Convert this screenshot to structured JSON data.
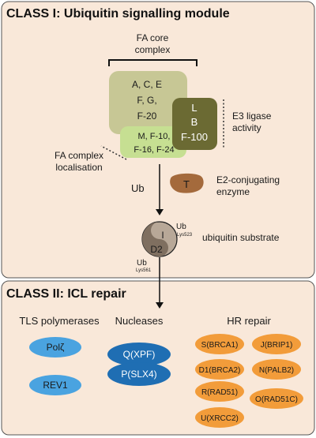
{
  "class1": {
    "title": "CLASS I: Ubiquitin signalling module",
    "fa_core_line1": "FA core",
    "fa_core_line2": "complex",
    "subgroup_a": [
      "A, C, E",
      "F, G,",
      "F-20"
    ],
    "subgroup_b": [
      "L",
      "B",
      "F-100"
    ],
    "subgroup_m": [
      "M, F-10,",
      "F-16, F-24"
    ],
    "e3_line1": "E3 ligase",
    "e3_line2": "activity",
    "loc_line1": "FA complex",
    "loc_line2": "localisation",
    "ub": "Ub",
    "t": "T",
    "e2_line1": "E2-conjugating",
    "e2_line2": "enzyme",
    "substrate_i": "I",
    "substrate_d2": "D2",
    "ub_top": "Ub",
    "lys_top": "Lys523",
    "ub_bottom": "Ub",
    "lys_bottom": "Lys561",
    "substrate_label": "ubiquitin substrate"
  },
  "class2": {
    "title": "CLASS II: ICL repair",
    "tls": {
      "heading": "TLS polymerases",
      "items": [
        "Polζ",
        "REV1"
      ]
    },
    "nucleases": {
      "heading": "Nucleases",
      "items": [
        "Q(XPF)",
        "P(SLX4)"
      ]
    },
    "hr": {
      "heading": "HR repair",
      "items": [
        "S(BRCA1)",
        "J(BRIP1)",
        "D1(BRCA2)",
        "N(PALB2)",
        "R(RAD51)",
        "O(RAD51C)",
        "U(XRCC2)"
      ]
    }
  },
  "colors": {
    "panel_bg": "#f9e8d9",
    "panel_border": "#555555",
    "core_a": "#c7c795",
    "core_b": "#6b6a33",
    "core_m": "#c6df92",
    "t_enzyme": "#a46a3c",
    "substrate_i": "#b8a898",
    "substrate_d2": "#7f6f60",
    "tls_blue": "#4aa3e0",
    "nuclease_blue": "#1f6eb3",
    "hr_orange": "#f29c3a"
  }
}
